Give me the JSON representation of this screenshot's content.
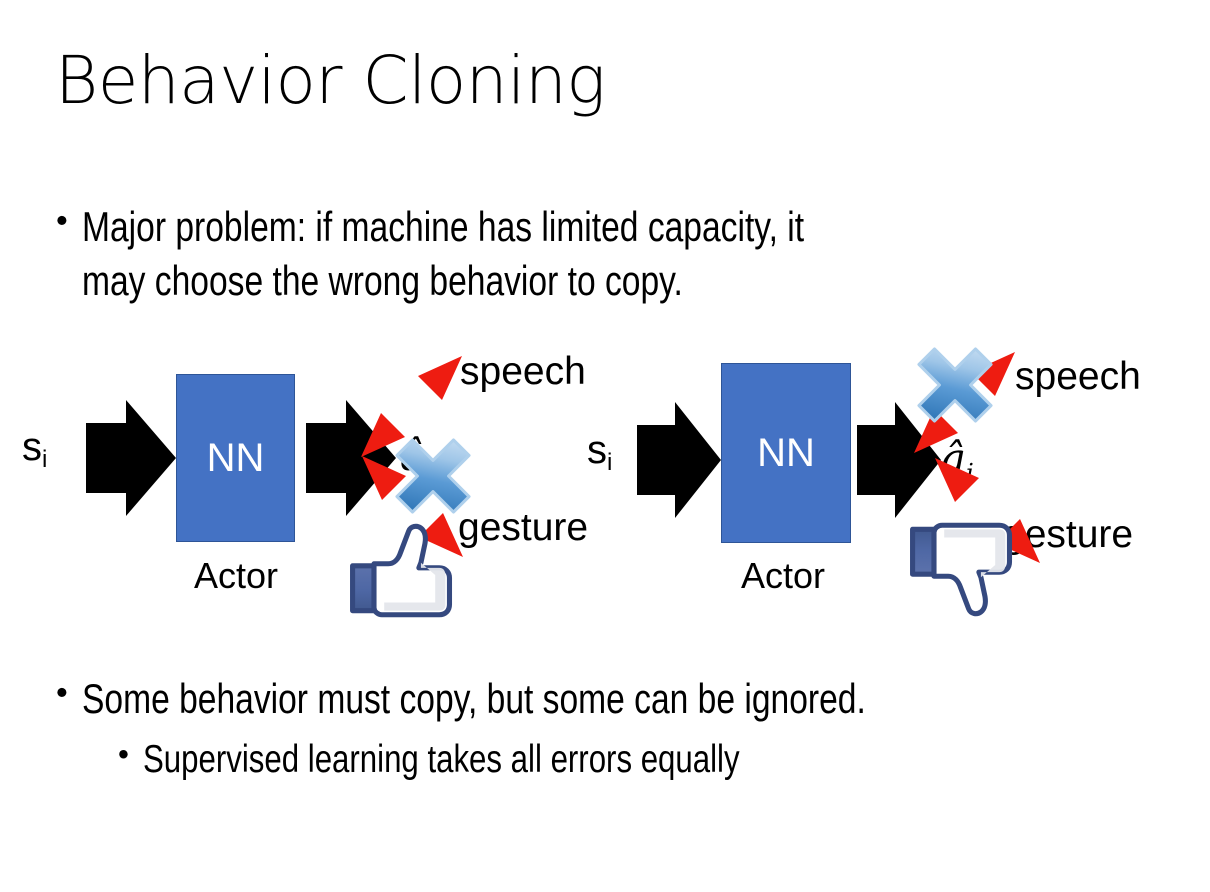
{
  "slide": {
    "title": "Behavior Cloning",
    "background_color": "#FFFFFF"
  },
  "bullets": {
    "top": {
      "marker": "•",
      "text": "Major problem: if machine has limited capacity, it\nmay choose the wrong behavior to copy."
    },
    "bottom_primary": {
      "marker": "•",
      "text": "Some behavior must copy, but some can be ignored."
    },
    "bottom_secondary": {
      "marker": "•",
      "text": "Supervised learning takes all errors equally"
    }
  },
  "colors": {
    "nn_box_fill": "#4472C4",
    "nn_box_border": "#2E5597",
    "arrow_black": "#000000",
    "arrow_red": "#EE1C11",
    "cross_blue_light": "#C9DEF5",
    "cross_blue_mid": "#5B9BD5",
    "cross_blue_dark": "#2E75B6",
    "thumb_outline": "#3B5998",
    "thumb_fill": "#FFFFFF",
    "thumb_cuff": "#4E67A4"
  },
  "diagram": {
    "panels": [
      {
        "id": "left",
        "state_label": "s",
        "state_subscript": "i",
        "network_label": "NN",
        "network_caption": "Actor",
        "action_label": "â",
        "action_subscript": "i",
        "output_top_label": "speech",
        "output_bottom_label": "gesture",
        "crossed_out_branch": "gesture",
        "feedback_icon": "thumbs-up-icon"
      },
      {
        "id": "right",
        "state_label": "s",
        "state_subscript": "i",
        "network_label": "NN",
        "network_caption": "Actor",
        "action_label": "â",
        "action_subscript": "i",
        "output_top_label": "speech",
        "output_bottom_label": "gesture",
        "crossed_out_branch": "speech",
        "feedback_icon": "thumbs-down-icon"
      }
    ]
  }
}
